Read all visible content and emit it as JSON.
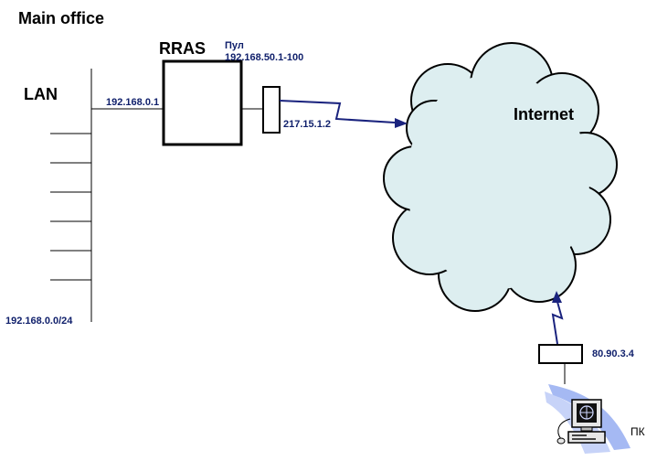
{
  "title": "Main office",
  "lan": {
    "label": "LAN",
    "subnet": "192.168.0.0/24"
  },
  "rras": {
    "label": "RRAS",
    "lan_ip": "192.168.0.1",
    "pool_label": "Пул",
    "pool_range": "192.168.50.1-100",
    "wan_ip": "217.15.1.2"
  },
  "internet": {
    "label": "Internet"
  },
  "remote": {
    "ip": "80.90.3.4",
    "pc_label": "ПК"
  },
  "colors": {
    "cloud_fill": "#ddeef0",
    "link": "#1a237e",
    "ip_text": "#0f1f6b",
    "swoosh": "#8fa8f0"
  }
}
